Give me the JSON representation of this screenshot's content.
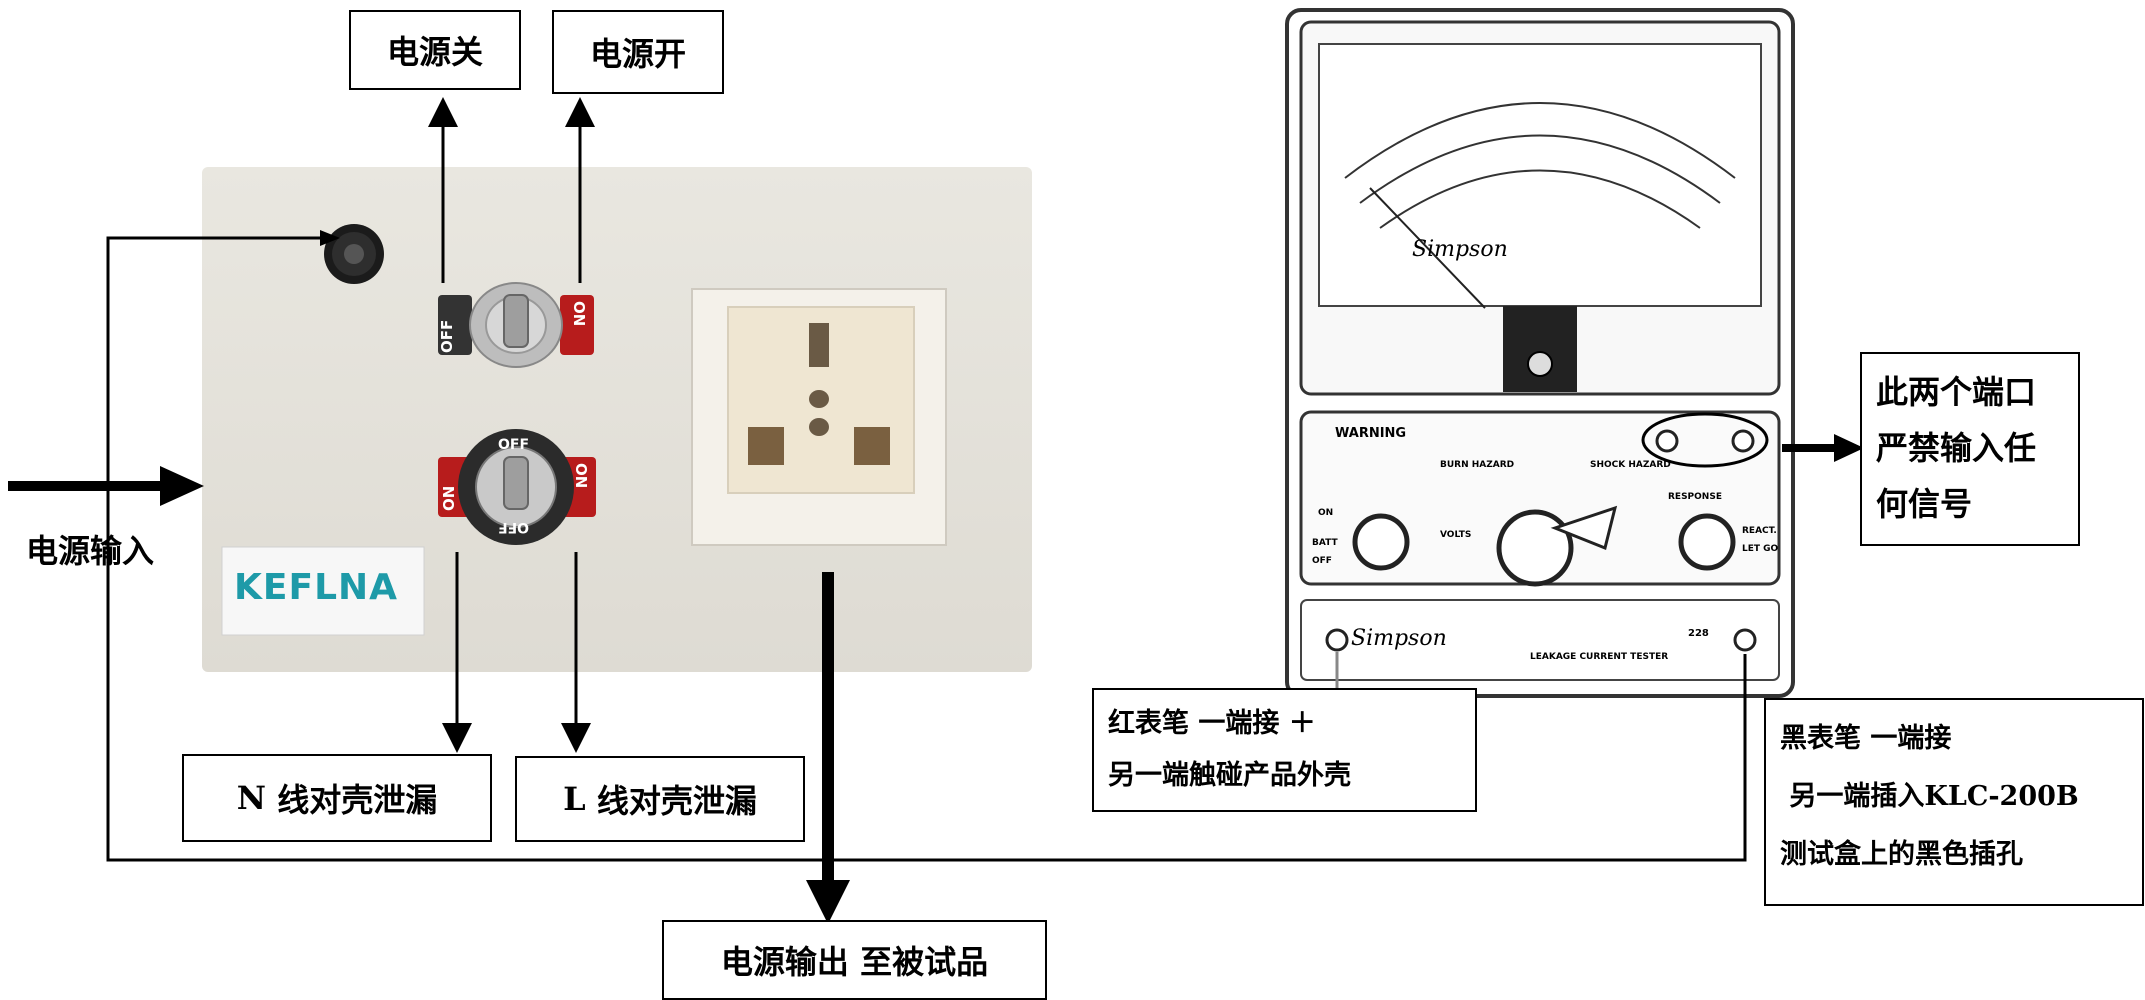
{
  "labels": {
    "power_off": "电源关",
    "power_on": "电源开",
    "n_leak_prefix": "N",
    "n_leak_text": "线对壳泄漏",
    "l_leak_prefix": "L",
    "l_leak_text": "线对壳泄漏",
    "power_input": "电源输入",
    "power_output": "电源输出 至被试品",
    "ports_warning": [
      "此两个端口",
      "严禁输入任",
      "何信号"
    ],
    "red_probe": [
      "红表笔 一端接 ＋",
      "另一端触碰产品外壳"
    ],
    "black_probe_1": "黑表笔 一端接",
    "black_probe_2_prefix": "另一端插入",
    "black_probe_2_model": "KLC-200B",
    "black_probe_3": "测试盒上的黑色插孔"
  },
  "panel": {
    "brand": "KEFLNA",
    "switch_top": {
      "left": "OFF",
      "right": "ON"
    },
    "switch_bottom": {
      "left": "ON",
      "right": "ON",
      "top": "OFF",
      "bottom": "OFF"
    }
  },
  "meter": {
    "brand": "Simpson",
    "warning": "WARNING",
    "model": "228",
    "subtitle": "LEAKAGE CURRENT TESTER",
    "knob_left": [
      "ON",
      "BATT",
      "OFF"
    ],
    "knob_mid_label": "VOLTS",
    "knob_right": [
      "RESPONSE",
      "REACT.",
      "LET GO"
    ],
    "scale_labels": [
      "BURN HAZARD",
      "SHOCK HAZARD"
    ]
  }
}
